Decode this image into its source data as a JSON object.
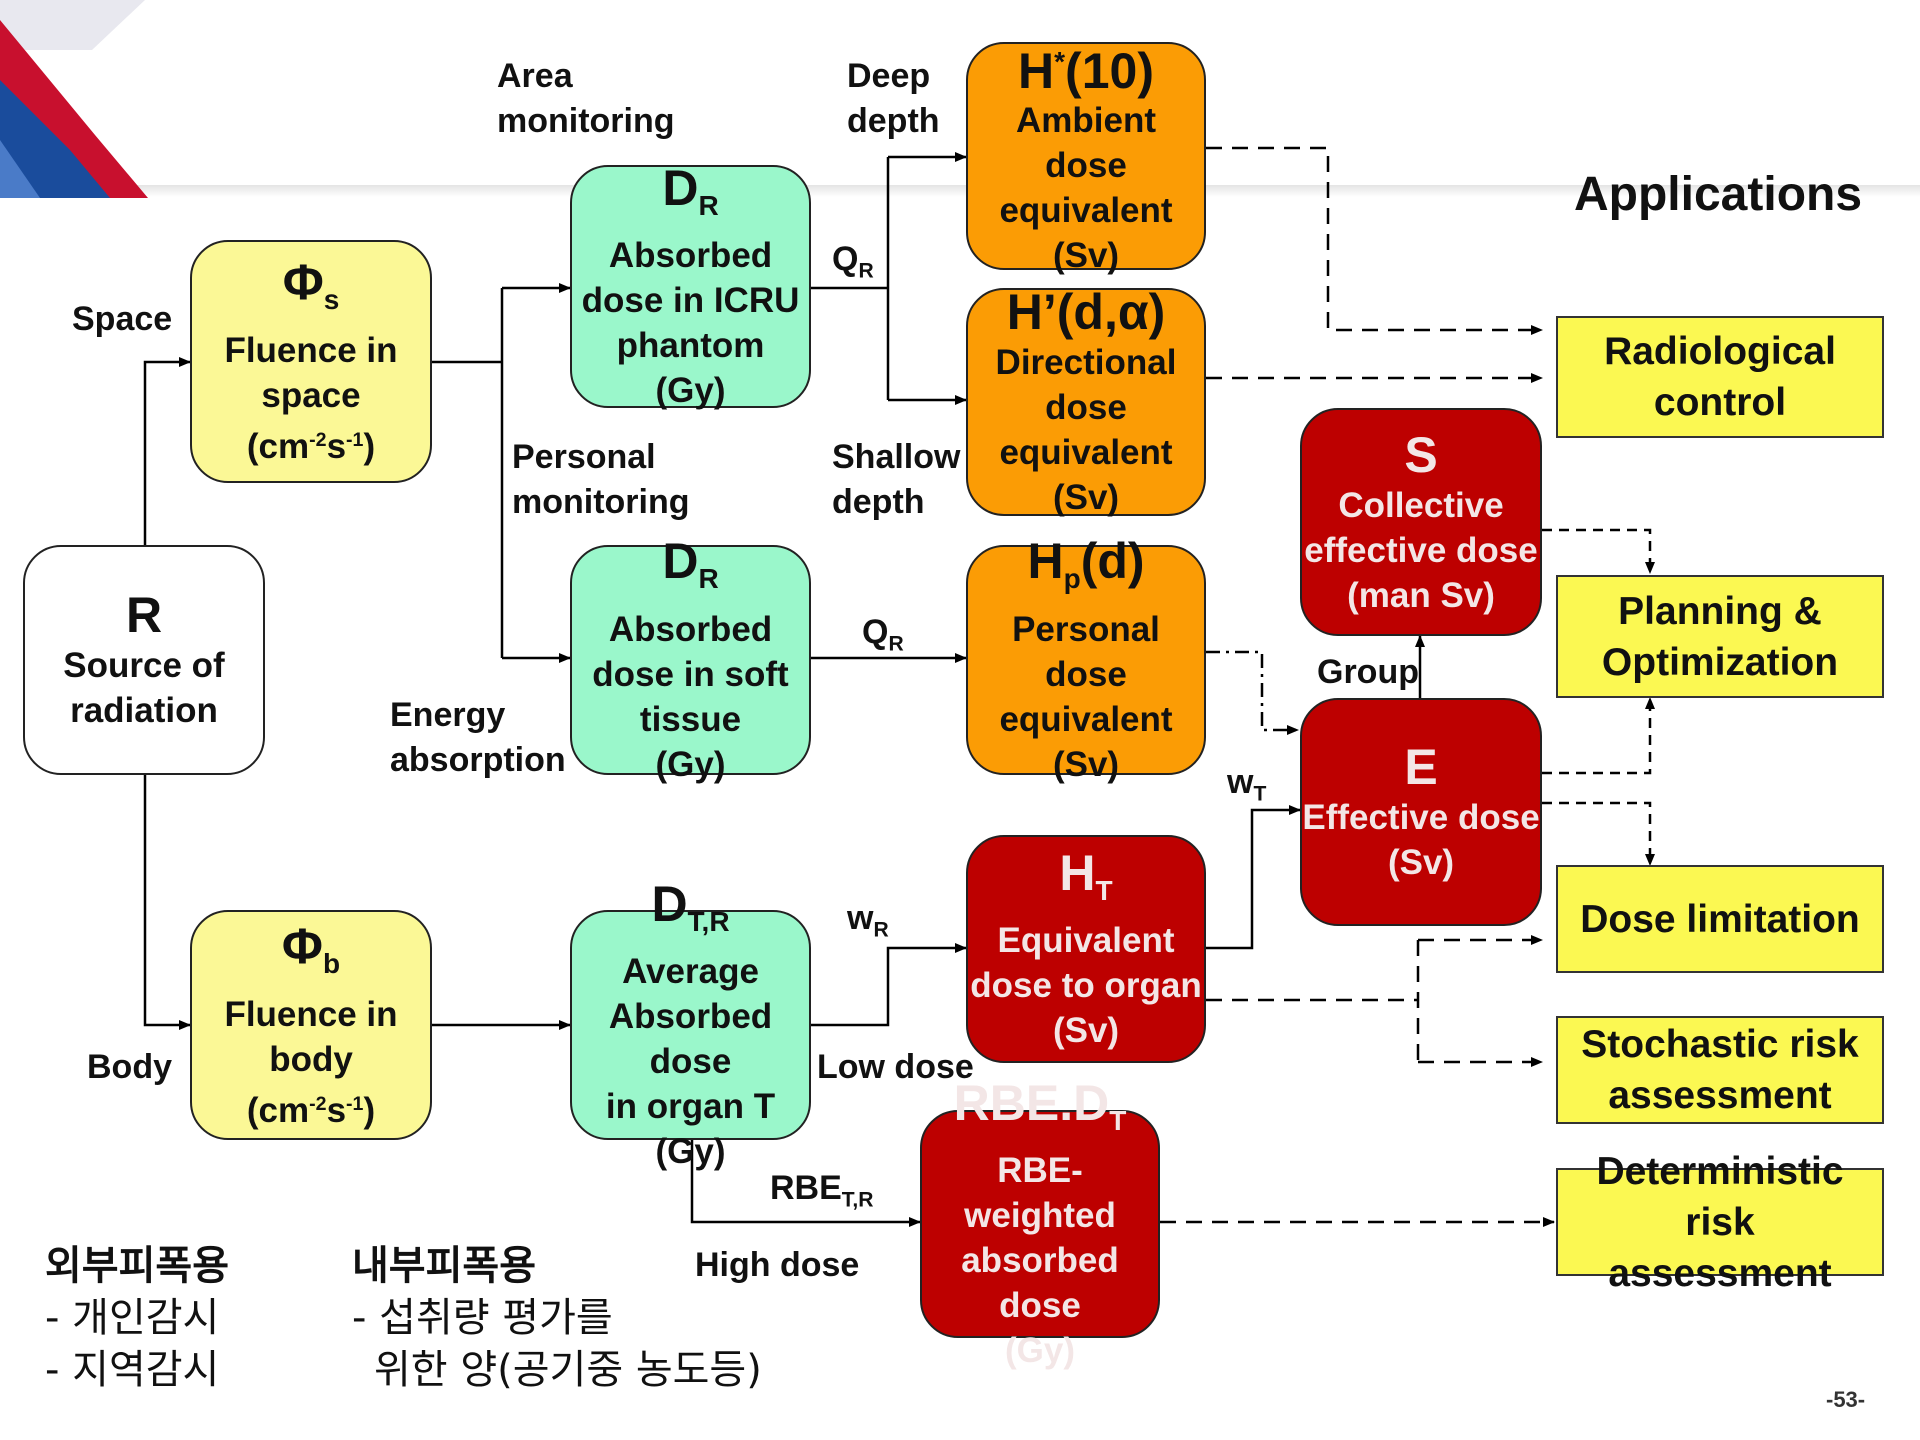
{
  "applications_title": "Applications",
  "nodes": {
    "R": {
      "symbol": "R",
      "line1": "Source of",
      "line2": "radiation"
    },
    "phi_s": {
      "symbol": "Φ",
      "sub": "s",
      "line1": "Fluence in",
      "line2": "space",
      "unit_pre": "(cm",
      "unit_e1": "-2",
      "unit_mid": "s",
      "unit_e2": "-1",
      "unit_post": ")"
    },
    "phi_b": {
      "symbol": "Φ",
      "sub": "b",
      "line1": "Fluence in",
      "line2": "body",
      "unit_pre": "(cm",
      "unit_e1": "-2",
      "unit_mid": "s",
      "unit_e2": "-1",
      "unit_post": ")"
    },
    "dr_icru": {
      "symbol": "D",
      "sub": "R",
      "line1": "Absorbed",
      "line2": "dose in ICRU",
      "line3": "phantom",
      "line4": "(Gy)"
    },
    "dr_soft": {
      "symbol": "D",
      "sub": "R",
      "line1": "Absorbed",
      "line2": "dose in soft",
      "line3": "tissue",
      "line4": "(Gy)"
    },
    "dtr": {
      "symbol": "D",
      "sub": "T,R",
      "line1": "Average",
      "line2": "Absorbed dose",
      "line3": "in organ T",
      "line4": "(Gy)"
    },
    "h10": {
      "symbol": "H",
      "sup": "*",
      "rest": "(10)",
      "line1": "Ambient",
      "line2": "dose equivalent",
      "line3": "(Sv)"
    },
    "hd": {
      "symbol": "H’(d,α)",
      "line1": "Directional",
      "line2": "dose equivalent",
      "line3": "(Sv)"
    },
    "hp": {
      "symbol": "H",
      "sub": "p",
      "rest": "(d)",
      "line1": "Personal",
      "line2": "dose equivalent",
      "line3": "(Sv)"
    },
    "ht": {
      "symbol": "H",
      "sub": "T",
      "line1": "Equivalent",
      "line2": "dose to organ",
      "line3": "(Sv)"
    },
    "rbe": {
      "symbol": "RBE.D",
      "sub": "T",
      "line1": "RBE-weighted",
      "line2": "absorbed dose",
      "line3": "(Gy)"
    },
    "S": {
      "symbol": "S",
      "line1": "Collective",
      "line2": "effective dose",
      "line3": "(man Sv)"
    },
    "E": {
      "symbol": "E",
      "line1": "Effective dose",
      "line2": "(Sv)"
    }
  },
  "apps": {
    "radiological": {
      "line1": "Radiological",
      "line2": "control"
    },
    "planning": {
      "line1": "Planning &",
      "line2": "Optimization"
    },
    "dose_limitation": {
      "line1": "Dose limitation"
    },
    "stochastic": {
      "line1": "Stochastic risk",
      "line2": "assessment"
    },
    "deterministic": {
      "line1": "Deterministic risk",
      "line2": "assessment"
    }
  },
  "labels": {
    "space": "Space",
    "body": "Body",
    "area_monitoring_1": "Area",
    "area_monitoring_2": "monitoring",
    "personal_monitoring_1": "Personal",
    "personal_monitoring_2": "monitoring",
    "energy_absorption_1": "Energy",
    "energy_absorption_2": "absorption",
    "deep_depth_1": "Deep",
    "deep_depth_2": "depth",
    "shallow_depth_1": "Shallow",
    "shallow_depth_2": "depth",
    "q_main": "Q",
    "q_sub": "R",
    "wr_main": "w",
    "wr_sub": "R",
    "wt_main": "w",
    "wt_sub": "T",
    "rbe_main": "RBE",
    "rbe_sub": "T,R",
    "low_dose": "Low dose",
    "high_dose": "High dose",
    "group": "Group"
  },
  "korean": {
    "external_title": "외부피폭용",
    "external_1": "- 개인감시",
    "external_2": "- 지역감시",
    "internal_title": "내부피폭용",
    "internal_1": "- 섭취량 평가를",
    "internal_2": "위한 양(공기중 농도등)"
  },
  "page_number": "-53-",
  "colors": {
    "source": "#ffffff",
    "fluence": "#fbf896",
    "absorbed": "#9af7cb",
    "operational": "#fb9c05",
    "protection": "#bd0000",
    "application": "#fbf852",
    "corner_red": "#c8102e",
    "corner_blue": "#1a4c9c"
  }
}
